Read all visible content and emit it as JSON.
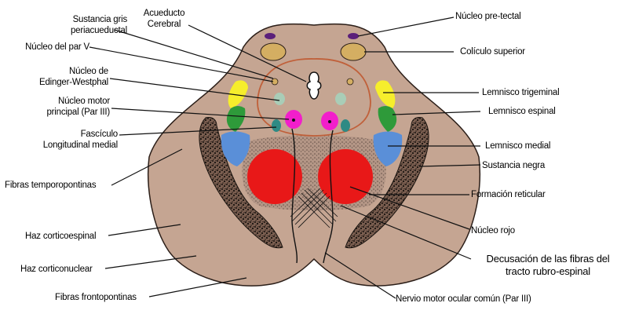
{
  "labels": {
    "sustancia_gris": "Sustancia gris\nperiacueductal",
    "acueducto": "Acueducto\nCerebral",
    "nucleo_pretectal": "Núcleo pre-tectal",
    "nucleo_par_v": "Núcleo del par V",
    "coliculo_superior": "Colículo superior",
    "edinger_westphal": "Núcleo de\nEdinger-Westphal",
    "lemnisco_trigeminal": "Lemnisco trigeminal",
    "nucleo_motor": "Núcleo motor\nprincipal (Par III)",
    "lemnisco_espinal": "Lemnisco espinal",
    "fasciculo": "Fascículo\nLongitudinal medial",
    "lemnisco_medial": "Lemnisco medial",
    "sustancia_negra": "Sustancia negra",
    "fibras_temporopontinas": "Fibras temporopontinas",
    "formacion_reticular": "Formación reticular",
    "nucleo_rojo": "Núcleo rojo",
    "haz_corticoespinal": "Haz corticoespinal",
    "decusacion": "Decusación de las fibras del\ntracto rubro-espinal",
    "haz_corticonuclear": "Haz corticonuclear",
    "fibras_frontopontinas": "Fibras frontopontinas",
    "nervio_motor": "Nervio motor ocular común (Par III)"
  },
  "colors": {
    "tissue": "#c5a592",
    "outline": "#2b1e18",
    "colliculus": "#d4ae62",
    "pretectal": "#5b1f7a",
    "gray_ring": "#c0603a",
    "trigeminal": "#f6ee2c",
    "spinal": "#2e9a3a",
    "medial": "#5a8fd8",
    "red_nucleus": "#e81818",
    "motor_nucleus": "#f21ecb",
    "flm": "#2e8a84",
    "edinger": "#a9cdb7",
    "substantia_nigra": "#1a1410"
  }
}
